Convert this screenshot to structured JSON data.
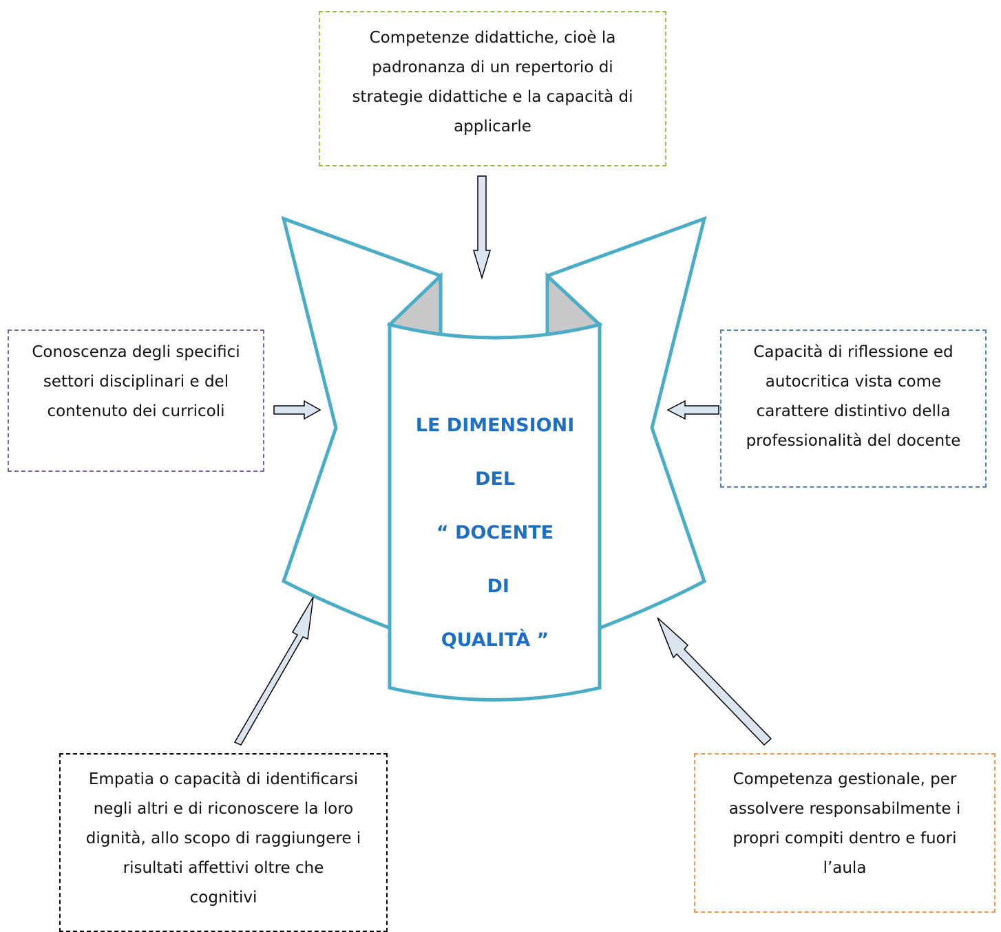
{
  "colors": {
    "shape_stroke": "#4bacc6",
    "fold_fill": "#c8c8c8",
    "arrow_fill": "#dbe5f1",
    "title_text": "#1f6fc1",
    "border_top": "#9bbb59",
    "border_left": "#8064a2",
    "border_right": "#4f81bd",
    "border_bottom_left": "#000000",
    "border_bottom_right": "#f79646"
  },
  "center": {
    "lines": [
      "LE DIMENSIONI",
      "DEL",
      "“ DOCENTE",
      " DI",
      "QUALITÀ ”"
    ]
  },
  "boxes": {
    "top": "Competenze didattiche, cioè la\npadronanza di un repertorio di\nstrategie didattiche  e la capacità di\napplicarle",
    "left": "Conoscenza degli specifici\nsettori disciplinari e del\ncontenuto dei curricoli",
    "right": "Capacità di riflessione ed\nautocritica vista come\ncarattere distintivo della\nprofessionalità del docente",
    "bottom_left": "Empatia o capacità di identificarsi\nnegli altri e di riconoscere la loro\ndignità, allo scopo di raggiungere i\nrisultati affettivi oltre che\ncognitivi",
    "bottom_right": "Competenza gestionale, per\nassolvere responsabilmente i\npropri compiti dentro e fuori\nl’aula"
  }
}
